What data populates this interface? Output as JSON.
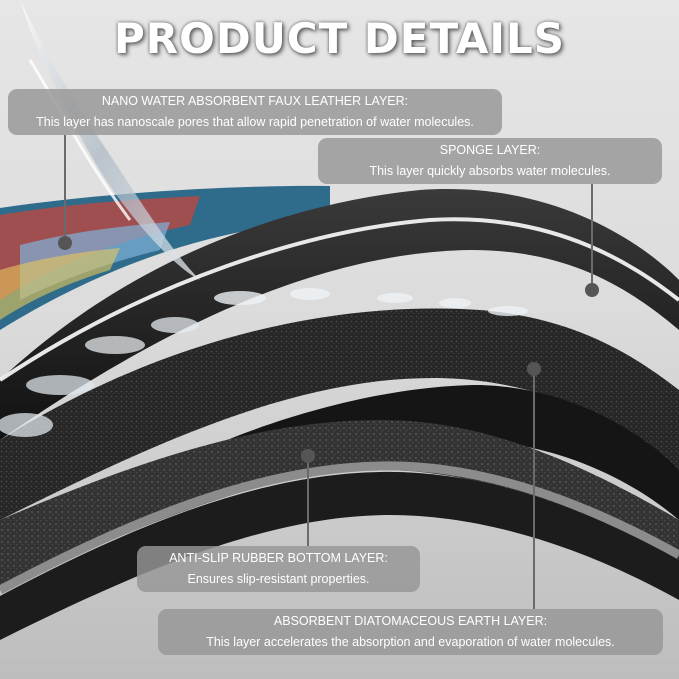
{
  "title": "PRODUCT DETAILS",
  "callouts": [
    {
      "heading": "NANO WATER ABSORBENT FAUX LEATHER LAYER:",
      "description": "This layer has nanoscale pores that allow rapid penetration of water molecules."
    },
    {
      "heading": "SPONGE LAYER:",
      "description": "This layer quickly absorbs water molecules."
    },
    {
      "heading": "ANTI-SLIP RUBBER BOTTOM LAYER:",
      "description": "Ensures slip-resistant properties."
    },
    {
      "heading": "ABSORBENT DIATOMACEOUS EARTH LAYER:",
      "description": "This layer accelerates the absorption and evaporation of water molecules."
    }
  ],
  "colors": {
    "callout_background": "#969696",
    "callout_text": "#ffffff",
    "mat_top": "#1e1e1e",
    "sponge": "#2a2a2a",
    "diatom_earth": "#3a3a3a",
    "rubber_edge": "#8c8c8c"
  }
}
